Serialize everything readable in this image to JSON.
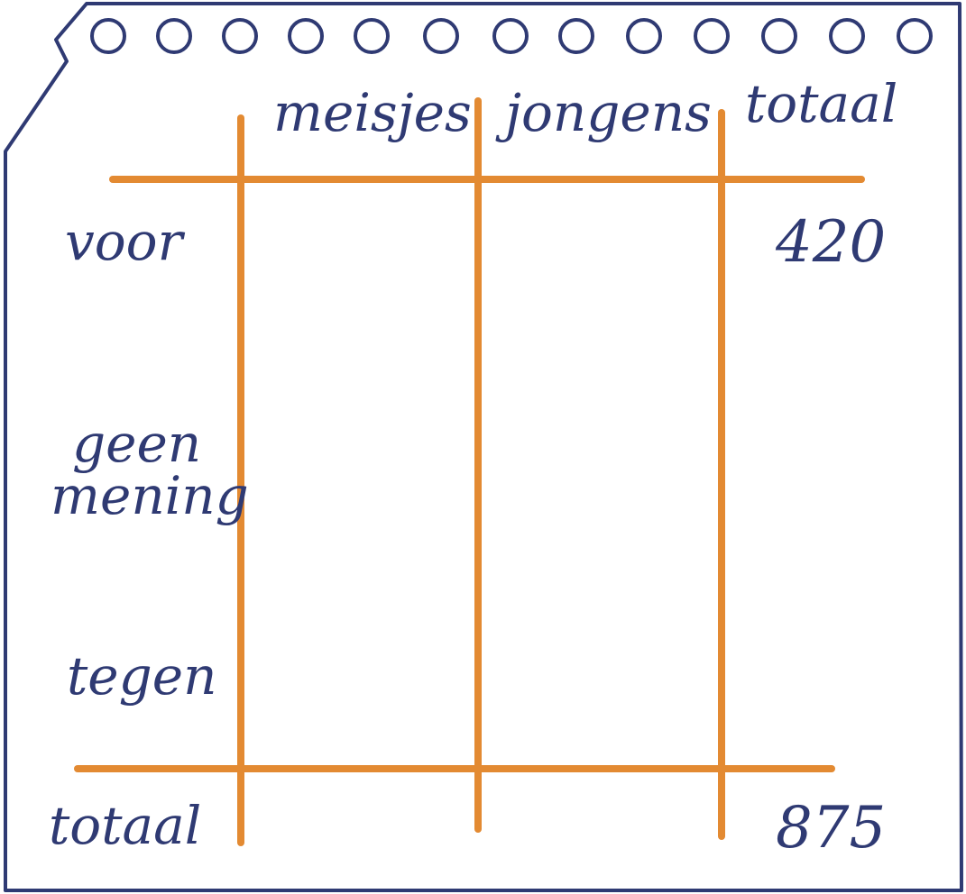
{
  "table": {
    "column_headers": [
      "meisjes",
      "jongens",
      "totaal"
    ],
    "row_labels": {
      "voor": "voor",
      "geen_mening_line1": "geen",
      "geen_mening_line2": "mening",
      "tegen": "tegen",
      "totaal": "totaal"
    },
    "values": {
      "voor_totaal": "420",
      "totaal_totaal": "875"
    }
  },
  "colors": {
    "ink": "#2f3a73",
    "grid": "#e38a32",
    "paper": "#ffffff"
  }
}
